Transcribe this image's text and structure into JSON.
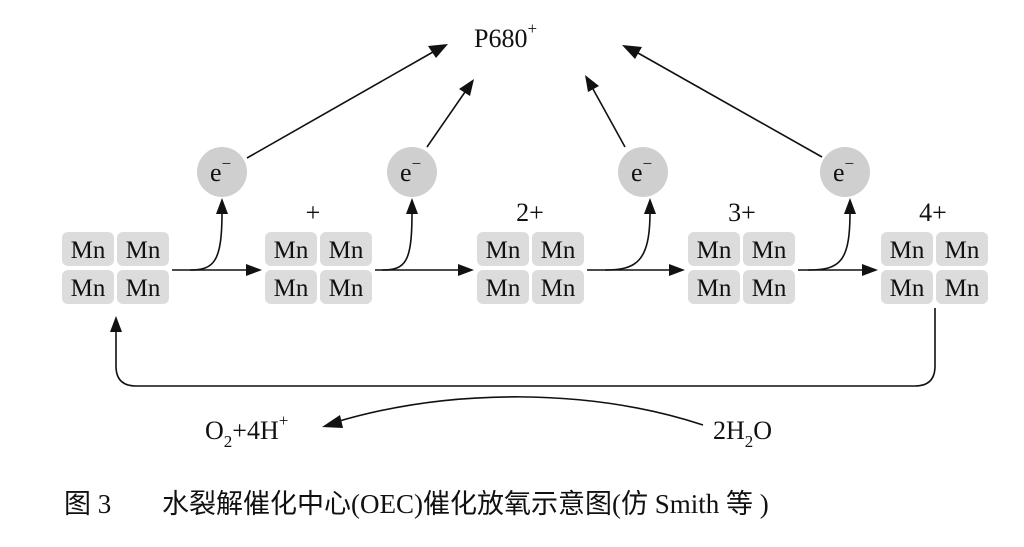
{
  "diagram": {
    "acceptor": {
      "base": "P680",
      "charge": "+"
    },
    "electron": {
      "base": "e",
      "charge": "−"
    },
    "cluster_atom": "Mn",
    "states": [
      {
        "charge": ""
      },
      {
        "charge": "+"
      },
      {
        "charge": "2+"
      },
      {
        "charge": "3+"
      },
      {
        "charge": "4+"
      }
    ],
    "products": {
      "o2": {
        "o": "O",
        "o_sub": "2",
        "rest": "+4H",
        "sup": "+"
      },
      "water": {
        "pre": "2H",
        "sub": "2",
        "post": "O"
      }
    }
  },
  "caption": {
    "number": "图 3",
    "text": "水裂解催化中心(OEC)催化放氧示意图(仿 Smith 等 )"
  },
  "colors": {
    "mn_box": "#dcdcdc",
    "electron_circle": "#cfcfcf",
    "ink": "#111111"
  }
}
